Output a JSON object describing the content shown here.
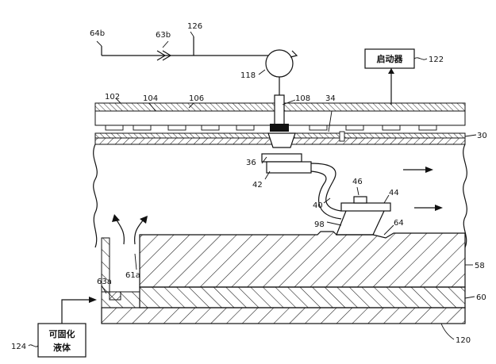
{
  "labels": {
    "l64b": "64b",
    "l63b": "63b",
    "l126": "126",
    "l118": "118",
    "l122": "122",
    "l102": "102",
    "l104": "104",
    "l106": "106",
    "l108": "108",
    "l34": "34",
    "l30": "30",
    "l36": "36",
    "l42": "42",
    "l46": "46",
    "l44": "44",
    "l40": "40",
    "l98": "98",
    "l64": "64",
    "l61a": "61a",
    "l63a": "63a",
    "l58": "58",
    "l60": "60",
    "l124": "124",
    "l120": "120"
  },
  "boxes": {
    "actuator": "启动器",
    "fluid_line1": "可固化",
    "fluid_line2": "液体"
  }
}
